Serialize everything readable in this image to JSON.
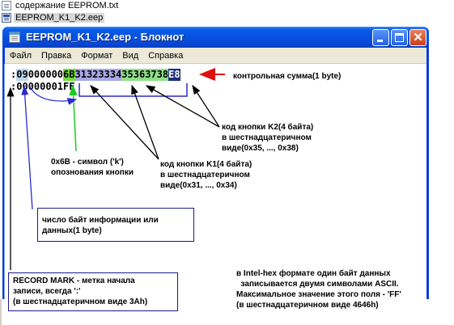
{
  "explorer": {
    "files": [
      {
        "name": "содержание EEPROM.txt",
        "icon": "text-file-icon"
      },
      {
        "name": "EEPROM_K1_K2.eep",
        "icon": "eep-file-icon"
      }
    ]
  },
  "window": {
    "title": "EEPROM_K1_K2.eep - Блокнот",
    "buttons": {
      "minimize": "minimize",
      "maximize": "maximize",
      "close": "✕"
    }
  },
  "menu": [
    "Файл",
    "Правка",
    "Формат",
    "Вид",
    "Справка"
  ],
  "content": {
    "line1": {
      "record_mark": ":",
      "count": "09",
      "address_type": "000000",
      "symbol": "6B",
      "key1": "31323334",
      "key2": "35363738",
      "checksum": "E8"
    },
    "line2": "00000001FF",
    "line2_mark": ":"
  },
  "annotations": {
    "checksum": "контрольная сумма(1 byte)",
    "key2": "код кнопки K2(4 байта)\nв шестнадцатеричном\nвиде(0x35, ..., 0x38)",
    "symbol": "0x6B - символ ('k')\nопознования кнопки",
    "key1": "код кнопки K1(4 байта)\nв шестнадцатеричном\nвиде(0x31, ..., 0x34)",
    "count": "число байт информации или\nданных(1 byte)",
    "record_mark": "RECORD MARK - метка начала\nзаписи, всегда ':'\n(в шестнадцатеричном виде 3Ah)",
    "intel_hex": "в Intel-hex формате один байт данных\n  записывается двумя символами ASCII.\nМаксимальное значение этого поля - 'FF'\n(в шестнадцатеричном виде 4646h)"
  },
  "colors": {
    "titlebar": "#0a5ee8",
    "count_highlight": "#bcd7ee",
    "symbol_highlight": "#70dc3c",
    "key1_highlight": "#a9a9e6",
    "key2_highlight": "#8fe088",
    "checksum_highlight": "#1e2d79",
    "arrow_red": "#e01010",
    "arrow_green": "#22c822",
    "arrow_black": "#000000",
    "arrow_blue": "#2a2ad0"
  }
}
